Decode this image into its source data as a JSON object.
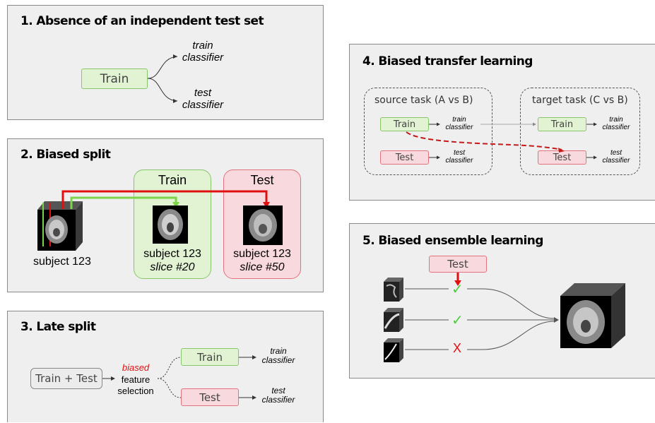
{
  "panel1": {
    "title": "1. Absence of an independent test set",
    "train_box": "Train",
    "train_label": "train\nclassifier",
    "test_label": "test\nclassifier"
  },
  "panel2": {
    "title": "2. Biased split",
    "train_header": "Train",
    "test_header": "Test",
    "subject_label": "subject 123",
    "train_subject": "subject 123",
    "train_slice": "slice #20",
    "test_subject": "subject 123",
    "test_slice": "slice #50"
  },
  "panel3": {
    "title": "3. Late split",
    "combined_box": "Train + Test",
    "biased_word": "biased",
    "feature_word": "feature",
    "selection_word": "selection",
    "train_box": "Train",
    "test_box": "Test",
    "train_label": "train\nclassifier",
    "test_label": "test\nclassifier"
  },
  "panel4": {
    "title": "4. Biased transfer learning",
    "source_task": "source task (A vs B)",
    "target_task": "target task (C vs B)",
    "src_train": "Train",
    "src_test": "Test",
    "tgt_train": "Train",
    "tgt_test": "Test",
    "src_train_label": "train\nclassifier",
    "src_test_label": "test\nclassifier",
    "tgt_train_label": "train\nclassifier",
    "tgt_test_label": "test\nclassifier"
  },
  "panel5": {
    "title": "5. Biased ensemble learning",
    "test_box": "Test",
    "marks": [
      "✓",
      "✓",
      "X"
    ]
  },
  "colors": {
    "green_fill": "#e2f3d3",
    "green_border": "#87c66a",
    "red_fill": "#f8d9dd",
    "red_border": "#e1727e",
    "arrow_red": "#e01010",
    "arrow_green": "#7cd44a",
    "check_green": "#4ccf3a",
    "dashed_red": "#c41a1a"
  }
}
